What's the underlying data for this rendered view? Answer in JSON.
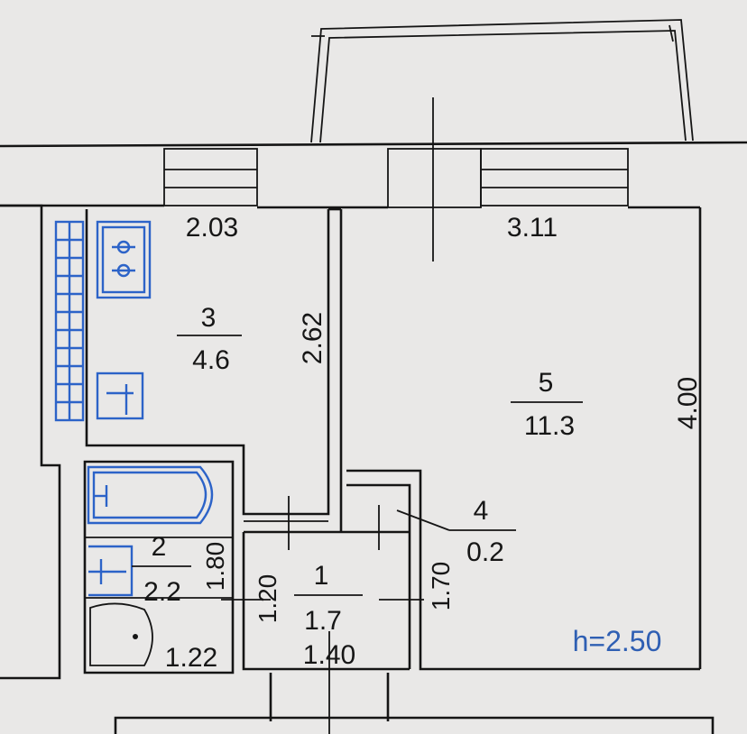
{
  "rooms": [
    {
      "number": "3",
      "area": "4.6"
    },
    {
      "number": "5",
      "area": "11.3"
    },
    {
      "number": "4",
      "area": "0.2"
    },
    {
      "number": "2",
      "area": "2.2"
    },
    {
      "number": "1",
      "area": "1.7"
    }
  ],
  "dimensions": {
    "kitchen_width": "2.03",
    "room_width": "3.11",
    "kitchen_depth": "2.62",
    "room_depth": "4.00",
    "bath_height": "1.80",
    "bath_width": "1.22",
    "hall_depth": "1.20",
    "hall_width": "1.40",
    "closet_depth": "1.70"
  },
  "ceiling_height": "h=2.50",
  "colors": {
    "background": "#e9e8e7",
    "line": "#151515",
    "fixture": "#2c63c8",
    "ceiling_label": "#2f5fb3"
  }
}
